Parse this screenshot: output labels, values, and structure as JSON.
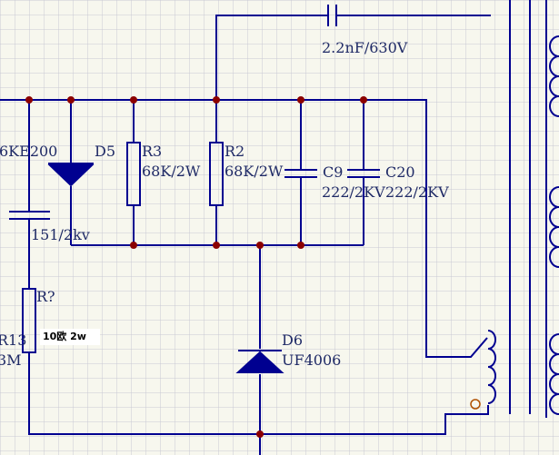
{
  "theme": {
    "background": "#f7f7ee",
    "grid": "#c8c8d4",
    "wire": "#000090",
    "component": "#000090",
    "junction": "#8b0000",
    "text": "#1f2a66"
  },
  "labels": {
    "cap_top": "2.2nF/630V",
    "tvs_name_partial": "6KE200",
    "d5": "D5",
    "r3": "R3",
    "r3_value": "68K/2W",
    "r2": "R2",
    "r2_value": "68K/2W",
    "c9": "C9",
    "c9_value": "222/2KV",
    "c20": "C20",
    "c20_value": "222/2KV",
    "cap_left_value": "151/2kv",
    "r_unknown": "R?",
    "r_note": "10欧 2w",
    "r13": "R13",
    "r13_value_partial": "3M",
    "d6": "D6",
    "d6_value": "UF4006"
  }
}
